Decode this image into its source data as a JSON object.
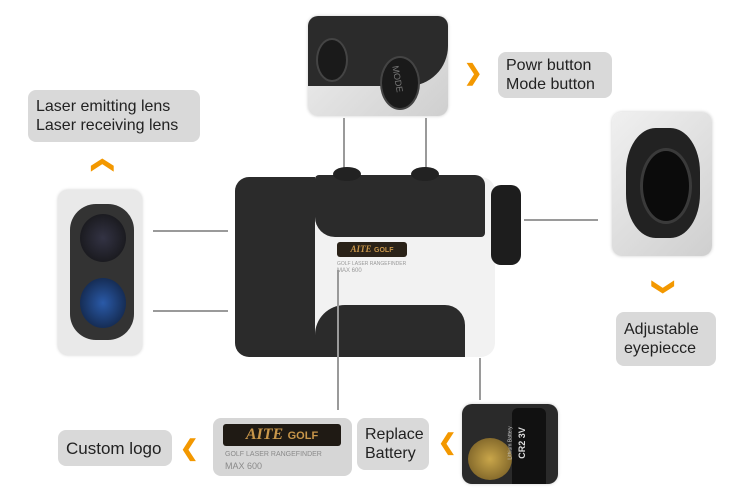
{
  "callouts": {
    "lens": [
      "Laser emitting lens",
      "Laser receiving lens"
    ],
    "buttons": [
      "Powr button",
      "Mode button"
    ],
    "eyepiece": [
      "Adjustable",
      "eyepiecce"
    ],
    "logo": "Custom logo",
    "battery": [
      "Replace",
      "Battery"
    ]
  },
  "device": {
    "brand_main": "AITE",
    "brand_sub": "GOLF",
    "product_line": "GOLF LASER RANGEFINDER",
    "model": "MAX 600",
    "button_text": "MODE"
  },
  "battery_label": "CR2 3V",
  "battery_brand": "Lithium Battery",
  "colors": {
    "accent_arrow": "#f39800",
    "label_bg": "#d9d9d9",
    "device_black": "#2b2b2b"
  }
}
